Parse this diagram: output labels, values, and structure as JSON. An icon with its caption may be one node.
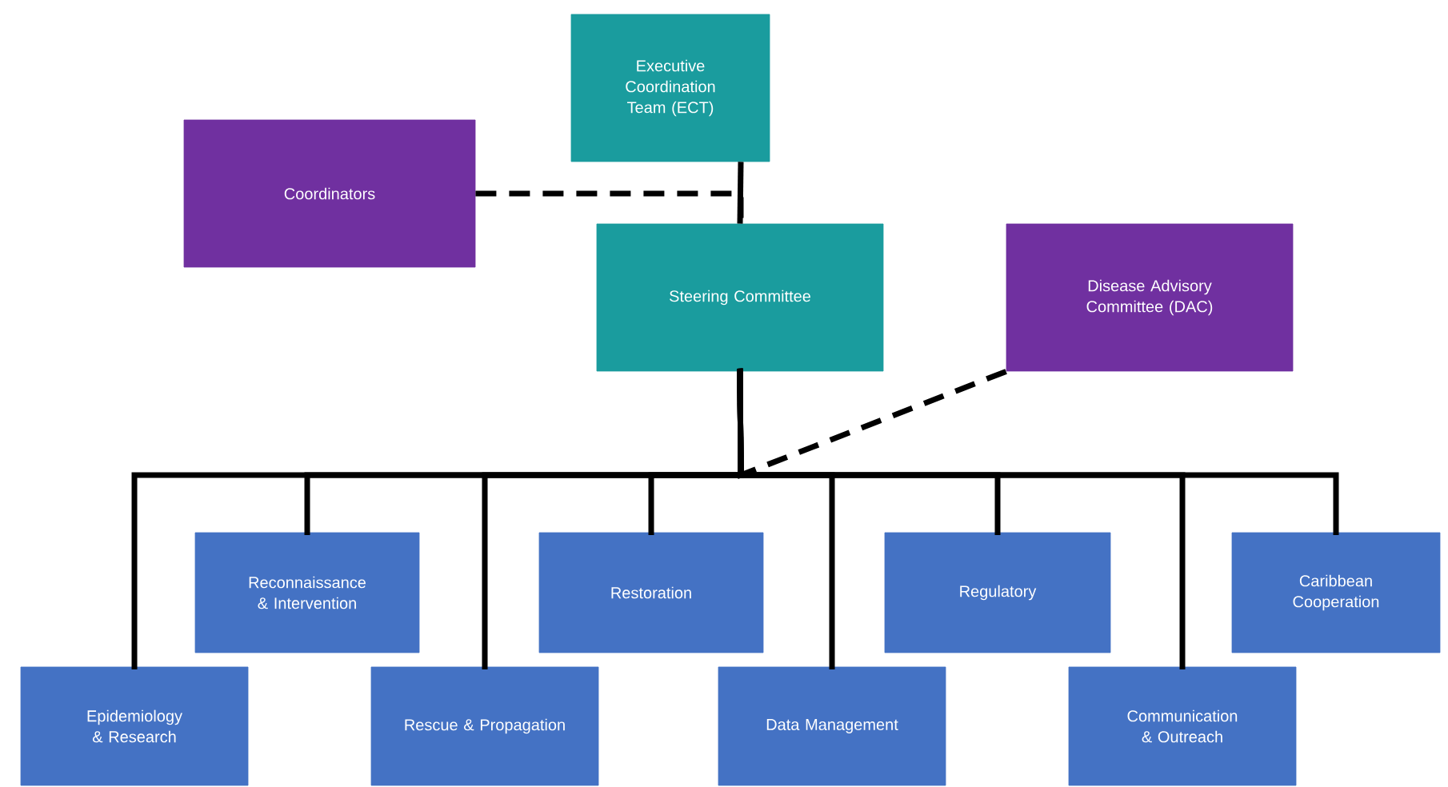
{
  "diagram": {
    "nodes": [
      {
        "text": [
          "Executive Coordination Team (ECT)"
        ]
      },
      {
        "text": [
          "Coordinators"
        ]
      },
      {
        "text": [
          "Steering Committee"
        ]
      },
      {
        "text": [
          "Disease Advisory Committee (DAC)"
        ]
      },
      {
        "text": [
          "Epidemiology & Research"
        ]
      },
      {
        "text": [
          "Reconnaissance & Intervention"
        ]
      },
      {
        "text": [
          "Rescue & Propagation"
        ]
      },
      {
        "text": [
          "Restoration"
        ]
      },
      {
        "text": [
          "Data Management"
        ]
      },
      {
        "text": [
          "Regulatory"
        ]
      },
      {
        "text": [
          "Communication & Outreach"
        ]
      },
      {
        "text": [
          "Caribbean Cooperation"
        ]
      }
    ],
    "edges": [
      {
        "from": 0,
        "to": 2,
        "arrow": "none"
      },
      {
        "from": 1,
        "to": 2,
        "arrow": "none",
        "style": "dashed"
      },
      {
        "from": 3,
        "to": 2,
        "arrow": "none",
        "style": "dashed"
      },
      {
        "from": 2,
        "to": 4,
        "arrow": "none"
      },
      {
        "from": 2,
        "to": 5,
        "arrow": "none"
      },
      {
        "from": 2,
        "to": 6,
        "arrow": "none"
      },
      {
        "from": 2,
        "to": 7,
        "arrow": "none"
      },
      {
        "from": 2,
        "to": 8,
        "arrow": "none"
      },
      {
        "from": 2,
        "to": 9,
        "arrow": "none"
      },
      {
        "from": 2,
        "to": 10,
        "arrow": "none"
      },
      {
        "from": 2,
        "to": 11,
        "arrow": "none"
      }
    ]
  }
}
